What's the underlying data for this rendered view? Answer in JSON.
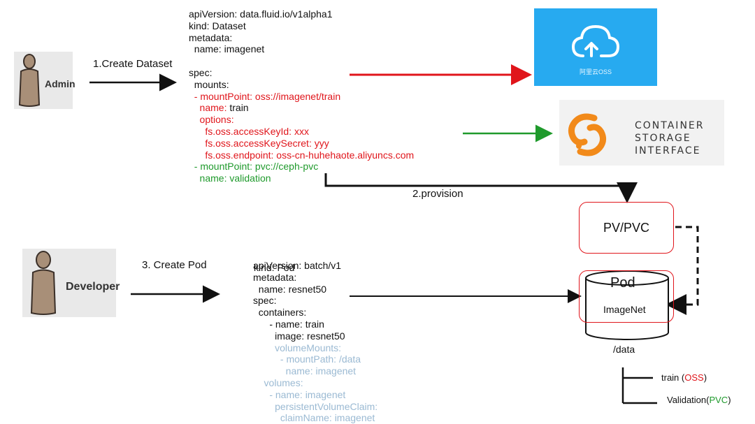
{
  "dataset_yaml": [
    {
      "text": "apiVersion: data.fluid.io/v1alpha1",
      "color": "black"
    },
    {
      "text": "kind: Dataset",
      "color": "black"
    },
    {
      "text": "metadata:",
      "color": "black"
    },
    {
      "text": "  name: imagenet",
      "color": "black"
    },
    {
      "text": "",
      "color": "black"
    },
    {
      "text": "spec:",
      "color": "black"
    },
    {
      "text": "  mounts:",
      "color": "black"
    },
    {
      "text": "  - mountPoint: oss://imagenet/train",
      "color": "red"
    },
    {
      "text": "    name: train",
      "color": "mixed-red"
    },
    {
      "text": "    options:",
      "color": "red"
    },
    {
      "text": "      fs.oss.accessKeyId: xxx",
      "color": "red"
    },
    {
      "text": "      fs.oss.accessKeySecret: yyy",
      "color": "red"
    },
    {
      "text": "      fs.oss.endpoint: oss-cn-huhehaote.aliyuncs.com",
      "color": "red"
    },
    {
      "text": "  - mountPoint: pvc://ceph-pvc",
      "color": "green"
    },
    {
      "text": "    name: validation",
      "color": "green"
    }
  ],
  "pod_yaml": [
    {
      "text": "apiVersion: batch/v1",
      "color": "black"
    },
    {
      "text": "metadata:",
      "color": "black"
    },
    {
      "text": "  name: resnet50",
      "color": "black"
    },
    {
      "text": "spec:",
      "color": "black"
    },
    {
      "text": "  containers:",
      "color": "black"
    },
    {
      "text": "      - name: train",
      "color": "black"
    },
    {
      "text": "        image: resnet50",
      "color": "black"
    },
    {
      "text": "        volumeMounts:",
      "color": "blue"
    },
    {
      "text": "          - mountPath: /data",
      "color": "blue"
    },
    {
      "text": "            name: imagenet",
      "color": "blue"
    },
    {
      "text": "    volumes:",
      "color": "blue"
    },
    {
      "text": "      - name: imagenet",
      "color": "blue"
    },
    {
      "text": "        persistentVolumeClaim:",
      "color": "blue"
    },
    {
      "text": "          claimName: imagenet",
      "color": "blue"
    }
  ],
  "pod_kind_overlap": "kind: Pod",
  "steps": {
    "create_dataset": "1.Create Dataset",
    "provision": "2.provision",
    "create_pod": "3. Create Pod"
  },
  "people": {
    "admin": "Admin",
    "developer": "Developer"
  },
  "oss_caption": "阿里云OSS",
  "csi_lines": [
    "CONTAINER",
    "STORAGE",
    "INTERFACE"
  ],
  "pvpvc_label": "PV/PVC",
  "pod_label": "Pod",
  "imagenet_label": "ImageNet",
  "data_path": "/data",
  "tree": {
    "train_prefix": "train (",
    "train_tag": "OSS",
    "validation_prefix": "Validation(",
    "validation_tag": "PVC",
    "close": ")"
  },
  "colors": {
    "red": "#e0151b",
    "green": "#1f9a2c",
    "blue": "#9bbad3",
    "oss_blue": "#27aaf0",
    "csi_orange": "#f28a1a"
  }
}
